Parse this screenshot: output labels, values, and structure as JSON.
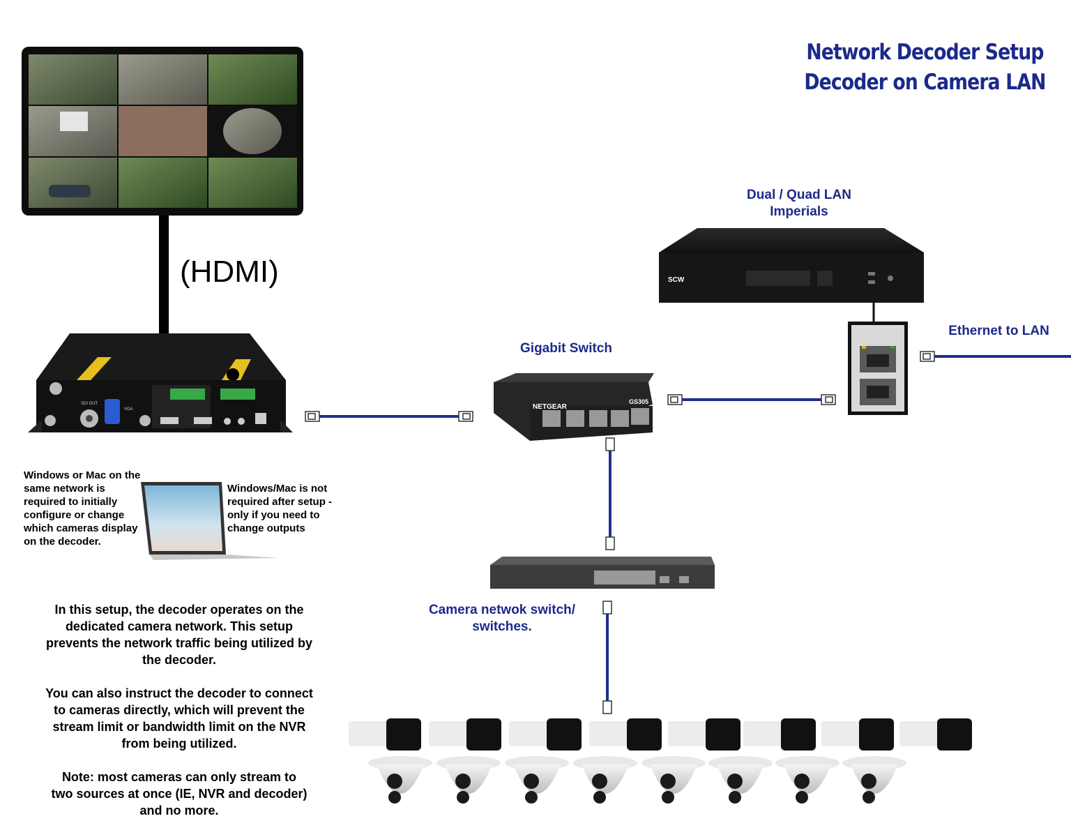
{
  "title": {
    "line1": "Network Decoder Setup",
    "line2": "Decoder on Camera LAN"
  },
  "labels": {
    "hdmi": "(HDMI)",
    "nvr_line1": "Dual / Quad LAN",
    "nvr_line2": "Imperials",
    "gigabit_switch": "Gigabit Switch",
    "ethernet_to_lan": "Ethernet to LAN",
    "camera_switch_line1": "Camera netwok switch/",
    "camera_switch_line2": "switches."
  },
  "device_text": {
    "netgear_brand": "NETGEAR",
    "netgear_model": "GS305",
    "nvr_brand": "SCW",
    "decoder_sdi": "SDI OUT",
    "decoder_vga": "VGA"
  },
  "notes": {
    "left": [
      "Windows or Mac on the",
      "same network is",
      "required to initially",
      "configure or change",
      "which cameras display",
      "on the decoder."
    ],
    "right": [
      "Windows/Mac is not",
      "required after setup -",
      "only if you need to",
      "change outputs"
    ]
  },
  "paragraphs": [
    [
      "In this setup, the decoder operates on the",
      "dedicated camera network.  This setup",
      "prevents the network traffic being utilized by",
      "the decoder."
    ],
    [
      "You can also instruct the decoder to connect",
      "to cameras directly, which will prevent the",
      "stream limit or bandwidth limit on the NVR",
      "from being utilized."
    ],
    [
      "Note: most cameras can only stream to",
      "two sources at once (IE, NVR and decoder)",
      "and no more."
    ]
  ],
  "colors": {
    "title_blue": "#1b2a8a",
    "cable_blue": "#1f2f8f",
    "device_black": "#1c1c1c"
  },
  "cameras": {
    "bullet_count": 8,
    "dome_count": 8
  }
}
